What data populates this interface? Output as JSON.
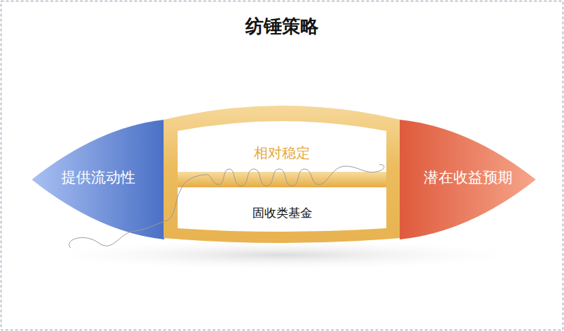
{
  "diagram": {
    "title": "纺锤策略",
    "nodes": [
      {
        "text": [
          "提供流动性"
        ]
      },
      {
        "text": [
          "相对稳定",
          "固收类基金"
        ]
      },
      {
        "text": [
          "潜在收益预期"
        ]
      }
    ]
  }
}
